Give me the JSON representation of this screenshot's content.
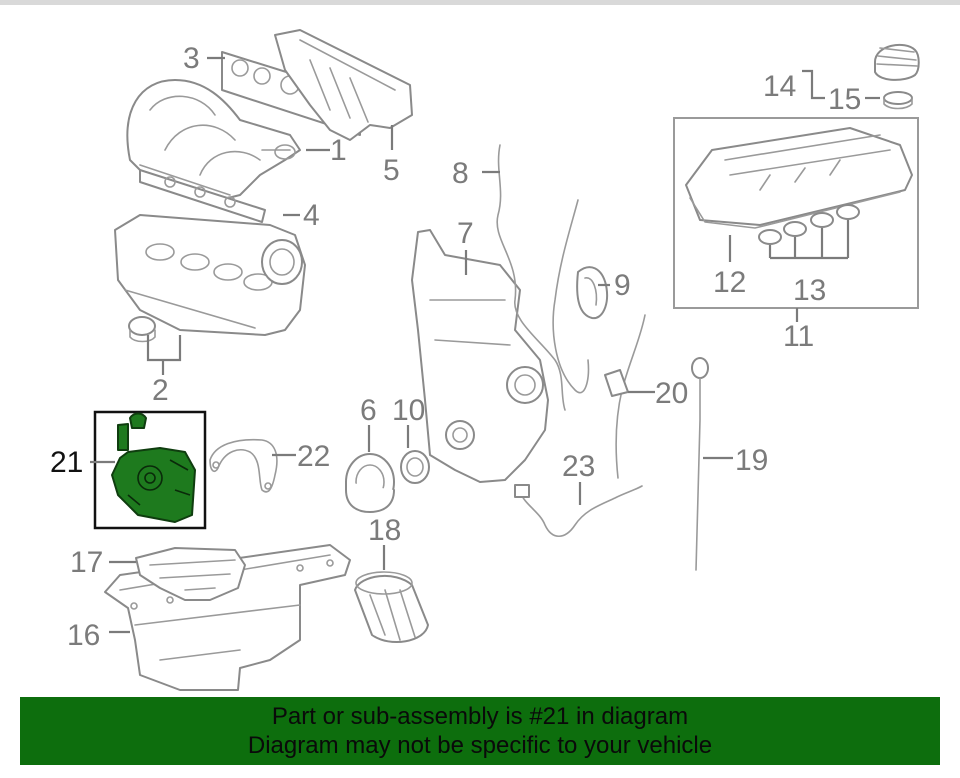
{
  "diagram": {
    "callouts": [
      "1",
      "2",
      "3",
      "4",
      "5",
      "7",
      "8",
      "9",
      "6",
      "10",
      "11",
      "12",
      "13",
      "14",
      "15",
      "16",
      "17",
      "18",
      "19",
      "20",
      "21",
      "22",
      "23"
    ],
    "highlighted_callout": "21",
    "colors": {
      "highlight": "#1e7a1e",
      "banner": "#0d6e0d",
      "line": "#8a8a8a"
    }
  },
  "banner": {
    "line1": "Part or sub-assembly is #21 in diagram",
    "line2": "Diagram may not be specific to your vehicle"
  }
}
